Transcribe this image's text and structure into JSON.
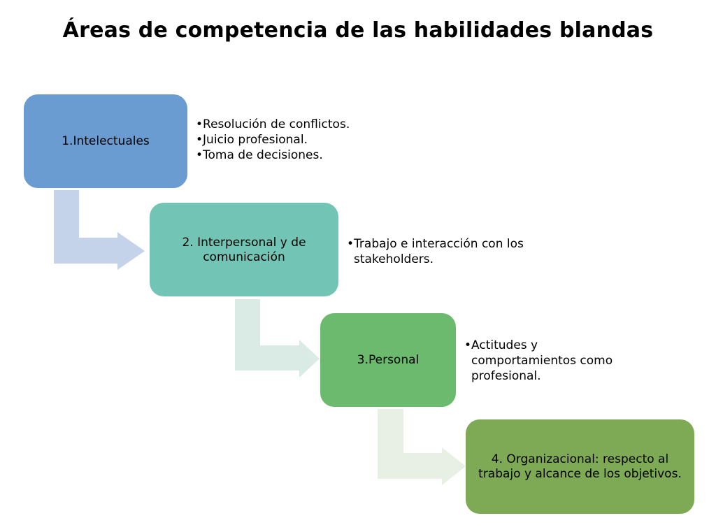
{
  "title": "Áreas de competencia de las habilidades blandas",
  "steps": [
    {
      "label": "1.Intelectuales",
      "color": "#6a9bd1",
      "arrow_color": "#c5d3ea",
      "bullets": [
        "Resolución de conflictos.",
        "Juicio profesional.",
        "Toma de decisiones."
      ]
    },
    {
      "label": "2. Interpersonal y de comunicación",
      "color": "#72c5b5",
      "arrow_color": "#d9ebe4",
      "bullets": [
        "Trabajo e interacción con los stakeholders."
      ]
    },
    {
      "label": "3.Personal",
      "color": "#6bba6d",
      "arrow_color": "#e8f0e6",
      "bullets": [
        "Actitudes y comportamientos como profesional."
      ]
    },
    {
      "label": "4. Organizacional: respecto al trabajo y alcance de los objetivos.",
      "color": "#7eaa56"
    }
  ],
  "bullet_symbol": "•"
}
